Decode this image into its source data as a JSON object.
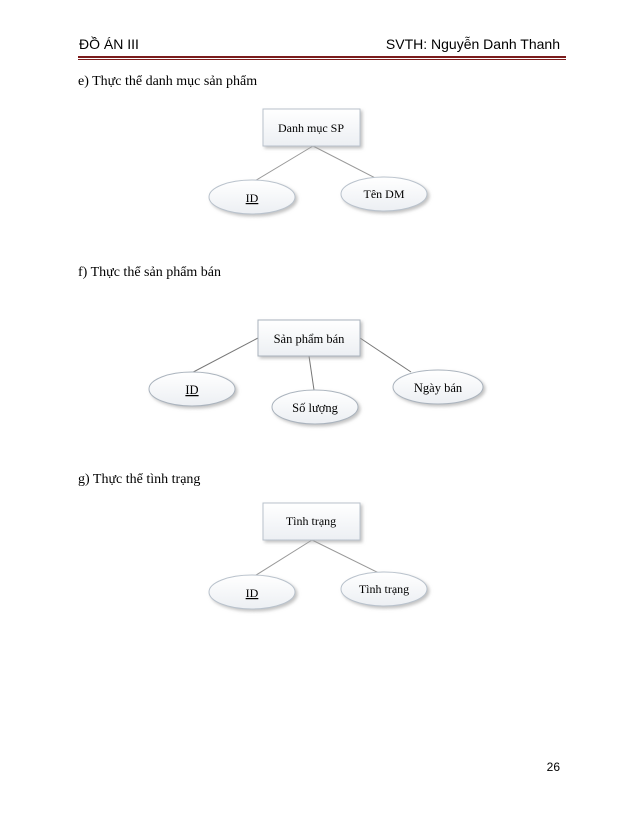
{
  "header": {
    "left": "ĐỒ ÁN III",
    "right": "SVTH: Nguyễn Danh Thanh"
  },
  "sections": [
    {
      "heading": "e) Thực thể danh mục sản phẩm",
      "entity": "Danh mục SP",
      "attributes": [
        "ID",
        "Tên DM"
      ]
    },
    {
      "heading": "f) Thực thể sản phẩm bán",
      "entity": "Sản phẩm bán",
      "attributes": [
        "ID",
        "Số lượng",
        "Ngày bán"
      ]
    },
    {
      "heading": "g) Thực thể tình trạng",
      "entity": "Tình trạng",
      "attributes": [
        "ID",
        "Tình trạng"
      ]
    }
  ],
  "footer": {
    "page_number": "26"
  }
}
